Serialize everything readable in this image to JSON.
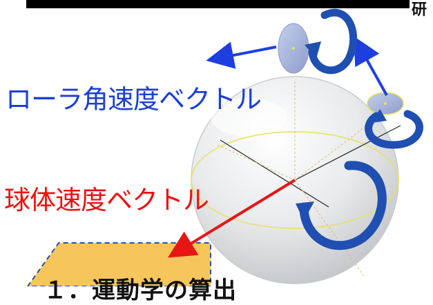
{
  "header": {
    "corner_text": "研"
  },
  "labels": {
    "roller_angular_velocity_vector": "ローラ角速度ベクトル",
    "ball_velocity_vector": "球体速度ベクトル"
  },
  "footer": {
    "title": "１．運動学の算出"
  },
  "colors": {
    "roller_label": "#1a3fd6",
    "ball_label": "#ee1111",
    "rotation_arrow": "#1f4fb0",
    "vector_blue": "#1d3fe0",
    "vector_red": "#e81515",
    "plane_fill": "#f6c65c",
    "plane_border": "#2b4f9a",
    "equator": "#e8e25a"
  },
  "icons": [
    "rotation-arrow-icon",
    "vector-arrow-icon"
  ]
}
